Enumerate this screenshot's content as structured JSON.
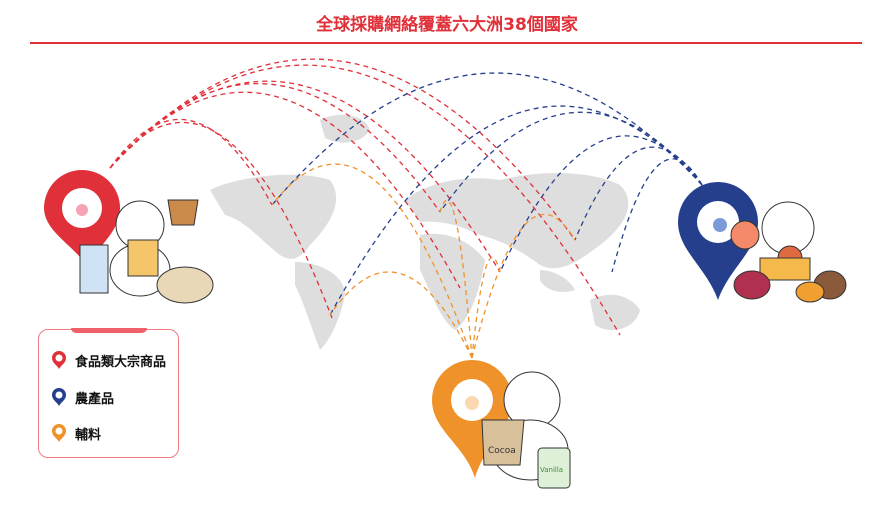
{
  "title": "全球採購網絡覆蓋六大洲38個國家",
  "colors": {
    "food": "#e0303a",
    "agri": "#263f8c",
    "aux": "#f0922a",
    "map": "#dedede"
  },
  "legend": [
    {
      "label": "食品類大宗商品",
      "icon": "map-pin-icon",
      "color": "#e0303a"
    },
    {
      "label": "農產品",
      "icon": "map-pin-icon",
      "color": "#263f8c"
    },
    {
      "label": "輔料",
      "icon": "map-pin-icon",
      "color": "#f0922a"
    }
  ],
  "illustrations": {
    "cocoa_sack": "Cocoa",
    "vanilla_can": "Vanilla"
  }
}
